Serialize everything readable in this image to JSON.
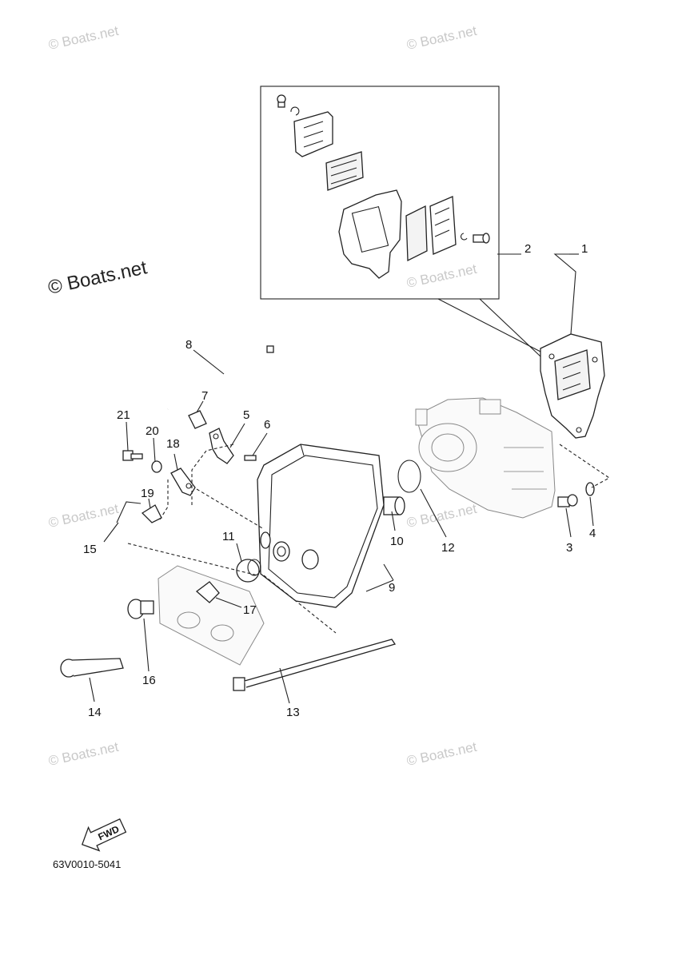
{
  "watermarks": [
    "© Boats.net",
    "© Boats.net",
    "© Boats.net",
    "© Boats.net",
    "© Boats.net",
    "© Boats.net",
    "© Boats.net",
    "© Boats.net"
  ],
  "main_watermark": "© Boats.net",
  "callouts": {
    "c1": "1",
    "c2": "2",
    "c3": "3",
    "c4": "4",
    "c5": "5",
    "c6": "6",
    "c7": "7",
    "c8": "8",
    "c9": "9",
    "c10": "10",
    "c11": "11",
    "c12": "12",
    "c13": "13",
    "c14": "14",
    "c15": "15",
    "c16": "16",
    "c17": "17",
    "c18": "18",
    "c19": "19",
    "c20": "20",
    "c21": "21"
  },
  "fwd_label": "FWD",
  "reference_code": "63V0010-5041"
}
